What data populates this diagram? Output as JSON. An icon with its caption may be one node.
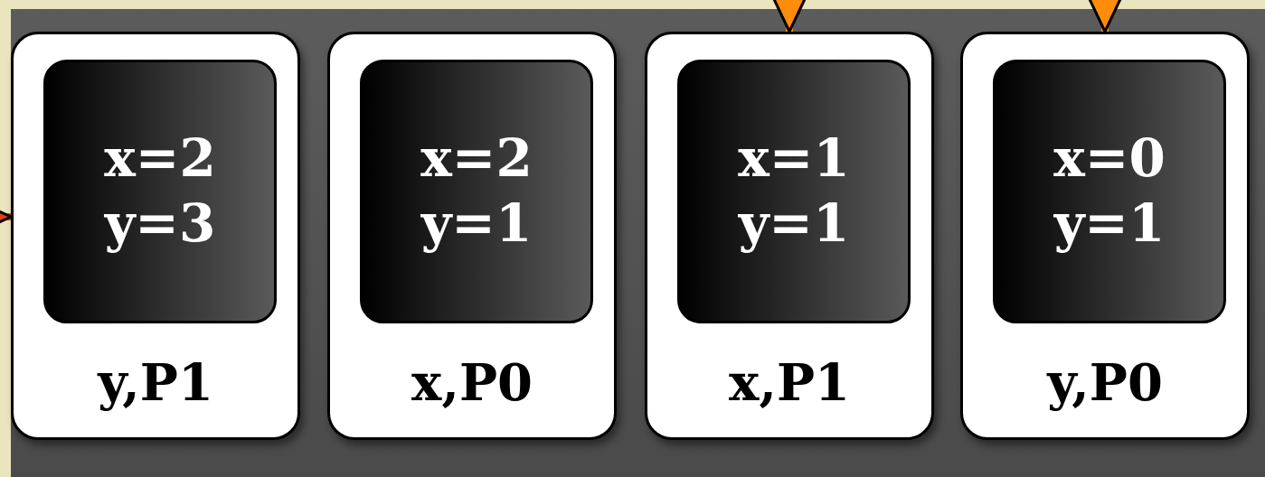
{
  "diagram": {
    "nodes": [
      {
        "text": [
          "y,P1"
        ]
      },
      {
        "text": [
          "x=2",
          "y=3"
        ],
        "in": 0
      },
      {
        "text": [
          "x,P0"
        ]
      },
      {
        "text": [
          "x=2",
          "y=1"
        ],
        "in": 2
      },
      {
        "text": [
          "x,P1"
        ]
      },
      {
        "text": [
          "x=1",
          "y=1"
        ],
        "in": 4
      },
      {
        "text": [
          "y,P0"
        ]
      },
      {
        "text": [
          "x=0",
          "y=1"
        ],
        "in": 6
      }
    ],
    "edges": [
      {
        "from": null,
        "to": 0,
        "arrow": "to",
        "color": "#e23b1c"
      },
      {
        "from": null,
        "to": 4,
        "arrow": "to"
      },
      {
        "from": null,
        "to": 6,
        "arrow": "to"
      }
    ]
  }
}
